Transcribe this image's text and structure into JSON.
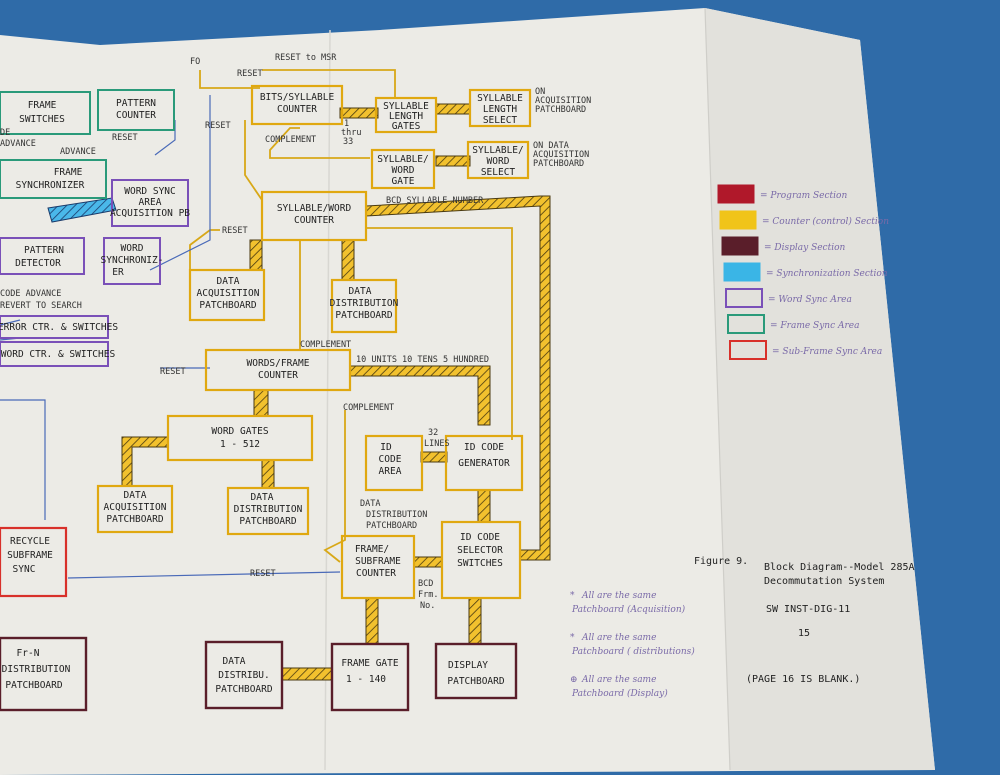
{
  "boxes": {
    "frame_switches": [
      "FRAME",
      "SWITCHES"
    ],
    "pattern_counter": [
      "PATTERN",
      "COUNTER"
    ],
    "frame_synchronizer": [
      "FRAME",
      "SYNCHRONIZER"
    ],
    "word_sync_area": [
      "WORD SYNC",
      "AREA",
      "ACQUISITION PB"
    ],
    "pattern_detector": [
      "PATTERN",
      "DETECTOR"
    ],
    "word_synchronizer": [
      "WORD",
      "SYNCHRONIZ-",
      "ER"
    ],
    "error_ctr": "ERROR CTR. & SWITCHES",
    "word_ctr": "WORD CTR. & SWITCHES",
    "bits_syllable_counter": [
      "BITS/SYLLABLE",
      "COUNTER"
    ],
    "syllable_length_gates": [
      "SYLLABLE",
      "LENGTH",
      "GATES"
    ],
    "syllable_length_select": [
      "SYLLABLE",
      "LENGTH",
      "SELECT"
    ],
    "syllable_word_gate": [
      "SYLLABLE/",
      "WORD",
      "GATE"
    ],
    "syllable_word_select": [
      "SYLLABLE/",
      "WORD",
      "SELECT"
    ],
    "syllable_word_counter": [
      "SYLLABLE/WORD",
      "COUNTER"
    ],
    "data_acq_pb_1": [
      "DATA",
      "ACQUISITION",
      "PATCHBOARD"
    ],
    "data_dist_pb_1": [
      "DATA",
      "DISTRIBUTION",
      "PATCHBOARD"
    ],
    "words_frame_counter": [
      "WORDS/FRAME",
      "COUNTER"
    ],
    "word_gates": [
      "WORD GATES",
      "1 - 512"
    ],
    "data_acq_pb_2": [
      "DATA",
      "ACQUISITION",
      "PATCHBOARD"
    ],
    "data_dist_pb_2": [
      "DATA",
      "DISTRIBUTION",
      "PATCHBOARD"
    ],
    "id_code_area": [
      "ID",
      "CODE",
      "AREA"
    ],
    "id_code_generator": [
      "ID CODE",
      "GENERATOR"
    ],
    "frame_subframe_counter": [
      "FRAME/",
      "SUBFRAME",
      "COUNTER"
    ],
    "id_code_selector": [
      "ID CODE",
      "SELECTOR",
      "SWITCHES"
    ],
    "recycle_subframe_sync": [
      "RECYCLE",
      "SUBFRAME",
      "SYNC"
    ],
    "fr_n_distribution": [
      "Fr-N",
      "DISTRIBUTION",
      "PATCHBOARD"
    ],
    "data_distribu_pb": [
      "DATA",
      "DISTRIBU.",
      "PATCHBOARD"
    ],
    "frame_gate": [
      "FRAME GATE",
      "1 - 140"
    ],
    "display_pb": [
      "DISPLAY",
      "PATCHBOARD"
    ]
  },
  "labels": {
    "fo": "FO",
    "reset_to_msr": "RESET to MSR",
    "reset": "RESET",
    "advance": "ADVANCE",
    "de_advance": [
      "DE",
      "ADVANCE"
    ],
    "complement": "COMPLEMENT",
    "thru": [
      "1",
      "thru",
      "33"
    ],
    "on_acq_pb": [
      "ON",
      "ACQUISITION",
      "PATCHBOARD"
    ],
    "on_data_pb": [
      "ON DATA",
      "ACQUISITION",
      "PATCHBOARD"
    ],
    "bcd_syllable_number": "BCD SYLLABLE NUMBER",
    "units_tens_hundred": "10 UNITS 10 TENS 5 HUNDRED",
    "lines_32": [
      "32",
      "LINES"
    ],
    "bcd_frm_no": [
      "BCD",
      "Frm.",
      "No."
    ],
    "code_advance": "CODE ADVANCE",
    "revert_to_search": "REVERT TO SEARCH",
    "data_dist_pb_3": [
      "DATA",
      "DISTRIBUTION",
      "PATCHBOARD"
    ]
  },
  "legend": [
    {
      "color": "#b0182a",
      "label": "= Program Section"
    },
    {
      "color": "#f0c419",
      "label": "= Counter (control) Section"
    },
    {
      "color": "#5a1e2a",
      "label": "= Display Section"
    },
    {
      "color": "#3ab5e6",
      "label": "= Synchronization Section"
    },
    {
      "color": "#7a50b8",
      "label": "= Word Sync Area"
    },
    {
      "color": "#2a9a7a",
      "label": "= Frame Sync Area"
    },
    {
      "color": "#d8302a",
      "label": "= Sub-Frame Sync Area"
    }
  ],
  "caption": {
    "figure": "Figure 9.",
    "title_1": "Block Diagram--Model 285A",
    "title_2": "Decommutation System",
    "doc_id": "SW INST-DIG-11",
    "page": "15",
    "blank_note": "(PAGE 16 IS BLANK.)"
  },
  "notes": [
    {
      "symbol": "*",
      "line1": "All are the same",
      "line2": "Patchboard (Acquisition)"
    },
    {
      "symbol": "*",
      "line1": "All are the same",
      "line2": "Patchboard ( distributions)"
    },
    {
      "symbol": "⊕",
      "line1": "All are the same",
      "line2": "Patchboard (Display)"
    }
  ]
}
